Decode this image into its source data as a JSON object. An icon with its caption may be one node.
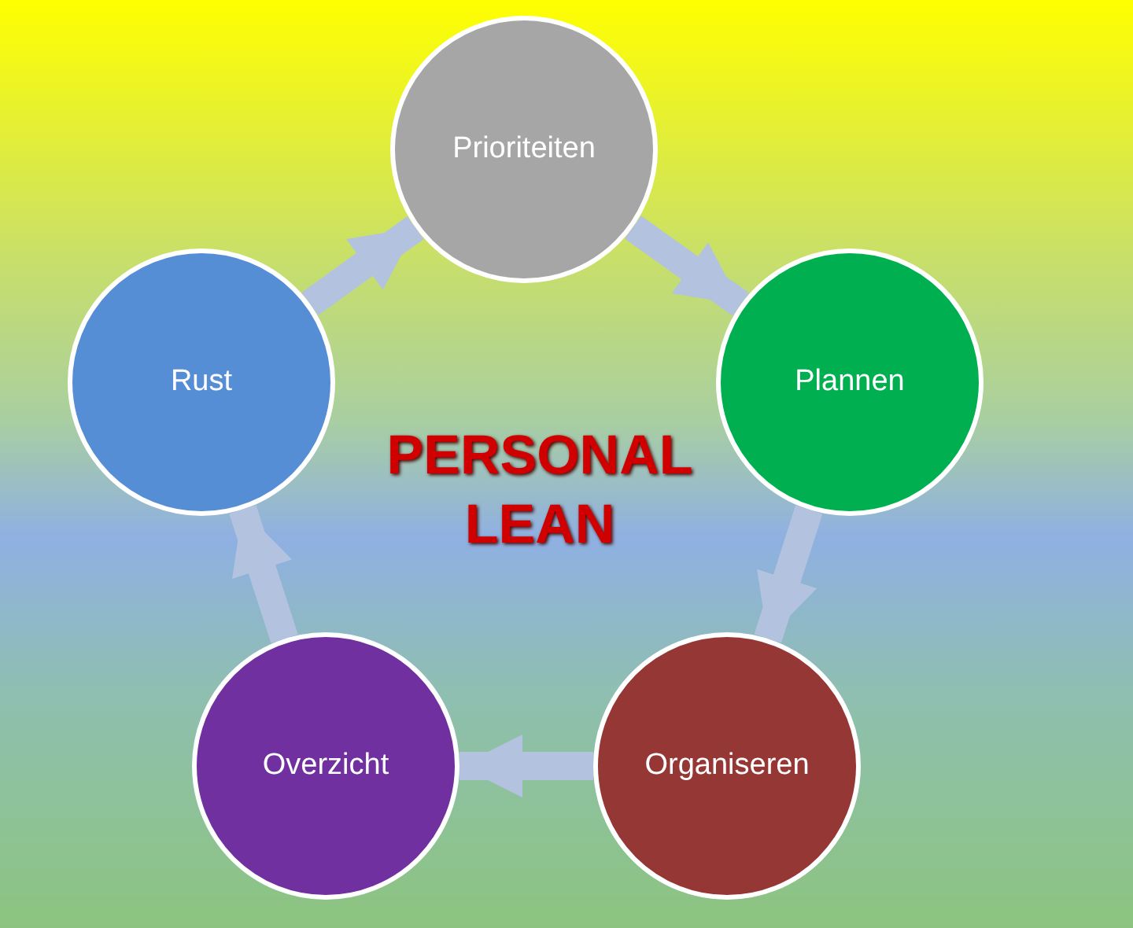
{
  "diagram": {
    "title": "PERSONAL LEAN",
    "nodes": [
      {
        "text": [
          "Prioriteiten"
        ]
      },
      {
        "text": [
          "Plannen"
        ]
      },
      {
        "text": [
          "Organiseren"
        ]
      },
      {
        "text": [
          "Overzicht"
        ]
      },
      {
        "text": [
          "Rust"
        ]
      }
    ],
    "edges": [
      {
        "from": 0,
        "to": 1,
        "arrow": "to"
      },
      {
        "from": 1,
        "to": 2,
        "arrow": "to"
      },
      {
        "from": 2,
        "to": 3,
        "arrow": "to"
      },
      {
        "from": 3,
        "to": 4,
        "arrow": "to"
      },
      {
        "from": 4,
        "to": 0,
        "arrow": "to"
      }
    ]
  }
}
